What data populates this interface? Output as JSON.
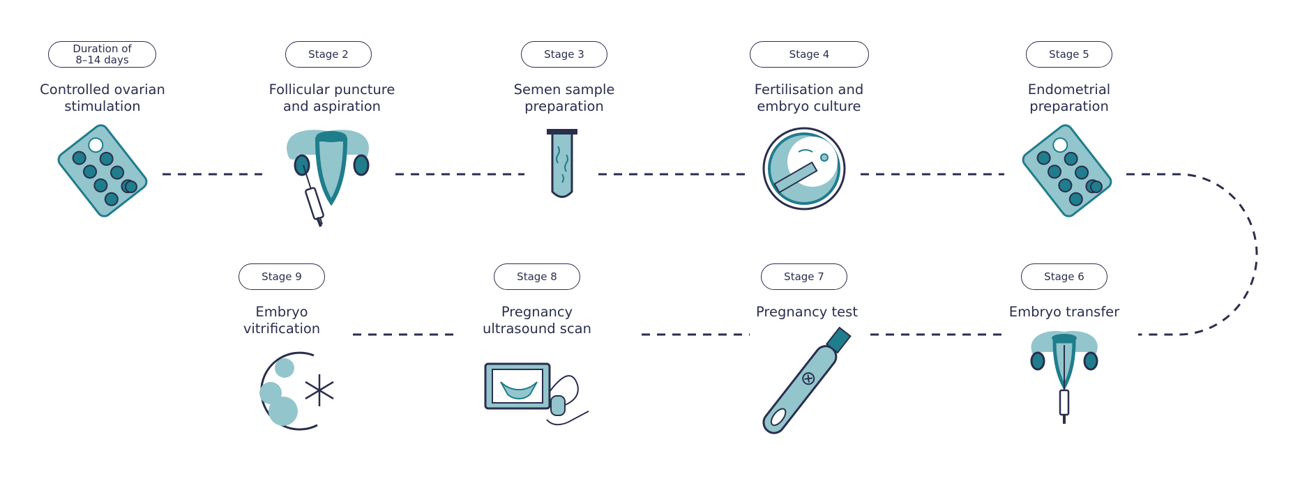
{
  "colors": {
    "navy": "#2a2e4d",
    "teal": "#1f7d8c",
    "light_teal": "#93c5cc"
  },
  "stages": [
    {
      "badge_line1": "Duration of",
      "badge_line2": "8–14 days",
      "title_line1": "Controlled ovarian",
      "title_line2": "stimulation",
      "icon": "pill-pack-icon"
    },
    {
      "badge": "Stage 2",
      "title_line1": "Follicular puncture",
      "title_line2": "and aspiration",
      "icon": "uterus-syringe-icon"
    },
    {
      "badge": "Stage 3",
      "title_line1": "Semen sample",
      "title_line2": "preparation",
      "icon": "test-tube-icon"
    },
    {
      "badge": "Stage 4",
      "title_line1": "Fertilisation and",
      "title_line2": "embryo culture",
      "icon": "petri-dish-icon"
    },
    {
      "badge": "Stage 5",
      "title_line1": "Endometrial",
      "title_line2": "preparation",
      "icon": "pill-pack-icon"
    },
    {
      "badge": "Stage 6",
      "title_line1": "Embryo transfer",
      "icon": "uterus-syringe-icon"
    },
    {
      "badge": "Stage 7",
      "title_line1": "Pregnancy test",
      "icon": "pregnancy-test-icon"
    },
    {
      "badge": "Stage 8",
      "title_line1": "Pregnancy",
      "title_line2": "ultrasound scan",
      "icon": "ultrasound-icon"
    },
    {
      "badge": "Stage 9",
      "title_line1": "Embryo",
      "title_line2": "vitrification",
      "icon": "vitrification-icon"
    }
  ]
}
